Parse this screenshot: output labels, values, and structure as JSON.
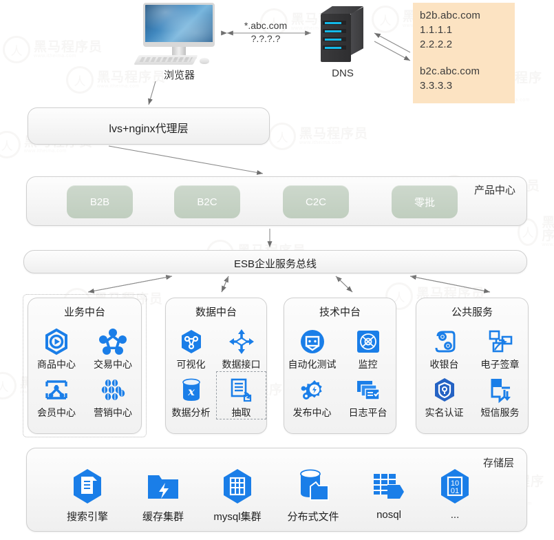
{
  "top": {
    "browser_label": "浏览器",
    "dns_label": "DNS",
    "arrow_label_line1": "*.abc.com",
    "arrow_label_line2": "?.?.?.?",
    "dns_records": [
      "b2b.abc.com",
      "1.1.1.1",
      "2.2.2.2",
      "",
      "b2c.abc.com",
      "3.3.3.3"
    ],
    "dns_box_color": "#fce3c2"
  },
  "proxy": {
    "title": "lvs+nginx代理层"
  },
  "product_center": {
    "label": "产品中心",
    "pill_color": "#c6d2c5",
    "items": [
      {
        "label": "B2B"
      },
      {
        "label": "B2C"
      },
      {
        "label": "C2C"
      },
      {
        "label": "零批"
      }
    ]
  },
  "esb": {
    "title": "ESB企业服务总线"
  },
  "platforms": [
    {
      "title": "业务中台",
      "selected_outline": true,
      "items": [
        {
          "label": "商品中心",
          "icon": "hexagon-play-icon",
          "selected": false
        },
        {
          "label": "交易中心",
          "icon": "flower-nodes-icon",
          "selected": false
        },
        {
          "label": "会员中心",
          "icon": "member-tree-icon",
          "selected": false
        },
        {
          "label": "营销中心",
          "icon": "marketing-grid-icon",
          "selected": false
        }
      ]
    },
    {
      "title": "数据中台",
      "selected_outline": false,
      "items": [
        {
          "label": "可视化",
          "icon": "hexagon-share-icon",
          "selected": false
        },
        {
          "label": "数据接口",
          "icon": "data-interface-arrows-icon",
          "selected": false
        },
        {
          "label": "数据分析",
          "icon": "database-x-icon",
          "selected": false
        },
        {
          "label": "抽取",
          "icon": "extract-document-icon",
          "selected": true
        }
      ]
    },
    {
      "title": "技术中台",
      "selected_outline": false,
      "items": [
        {
          "label": "自动化测试",
          "icon": "auto-test-circle-icon",
          "selected": false
        },
        {
          "label": "监控",
          "icon": "monitor-radar-icon",
          "selected": false
        },
        {
          "label": "发布中心",
          "icon": "gear-bolt-icon",
          "selected": false
        },
        {
          "label": "日志平台",
          "icon": "log-stack-icon",
          "selected": false
        }
      ]
    },
    {
      "title": "公共服务",
      "selected_outline": false,
      "items": [
        {
          "label": "收银台",
          "icon": "cashier-coins-icon",
          "selected": false
        },
        {
          "label": "电子签章",
          "icon": "e-signature-icon",
          "selected": false
        },
        {
          "label": "实名认证",
          "icon": "hexagon-shield-key-icon",
          "selected": false
        },
        {
          "label": "短信服务",
          "icon": "sms-arrow-icon",
          "selected": false
        }
      ]
    }
  ],
  "storage": {
    "label": "存储层",
    "icon_color": "#1a7ee8",
    "items": [
      {
        "label": "搜索引擎",
        "icon": "hexagon-document-icon"
      },
      {
        "label": "缓存集群",
        "icon": "folder-bolt-icon"
      },
      {
        "label": "mysql集群",
        "icon": "hexagon-table-icon"
      },
      {
        "label": "分布式文件",
        "icon": "cylinder-folder-icon"
      },
      {
        "label": "nosql",
        "icon": "table-pentagon-icon"
      },
      {
        "label": "...",
        "icon": "hexagon-binary-icon"
      }
    ]
  },
  "watermark": {
    "text": "黑马程序员",
    "sub": "www.itheima.com",
    "glyph": "人"
  }
}
